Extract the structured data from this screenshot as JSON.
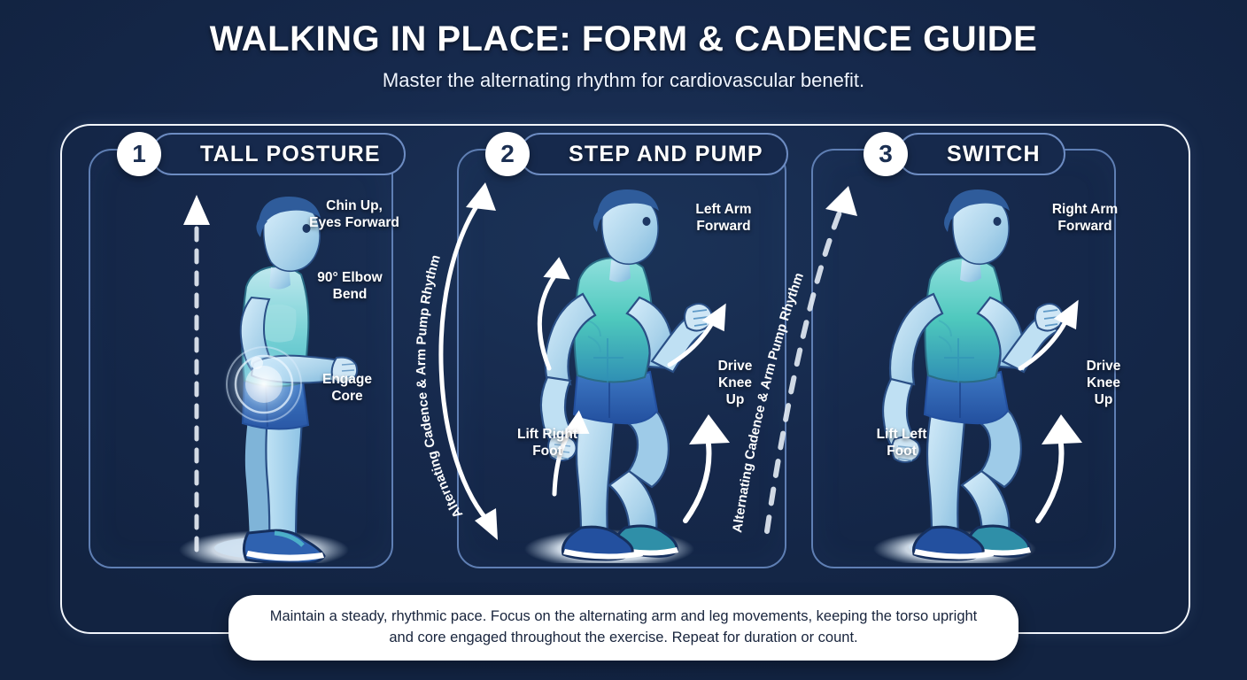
{
  "header": {
    "title": "WALKING IN PLACE: FORM & CADENCE GUIDE",
    "subtitle": "Master the alternating rhythm for cardiovascular benefit."
  },
  "steps": [
    {
      "number": "1",
      "title": "TALL POSTURE",
      "labels": [
        {
          "text": "Chin Up,\nEyes Forward"
        },
        {
          "text": "90° Elbow\nBend"
        },
        {
          "text": "Engage\nCore"
        }
      ]
    },
    {
      "number": "2",
      "title": "STEP AND PUMP",
      "labels": [
        {
          "text": "Left Arm\nForward"
        },
        {
          "text": "Drive\nKnee\nUp"
        },
        {
          "text": "Lift Right\nFoot"
        }
      ]
    },
    {
      "number": "3",
      "title": "SWITCH",
      "labels": [
        {
          "text": "Right Arm\nForward"
        },
        {
          "text": "Drive\nKnee\nUp"
        },
        {
          "text": "Lift Left\nFoot"
        }
      ]
    }
  ],
  "connectors": [
    {
      "text": "Alternating Cadence & Arm Pump Rhythm",
      "style": "solid"
    },
    {
      "text": "Alternating Cadence & Arm Pump Rhythm",
      "style": "dashed"
    }
  ],
  "caption": "Maintain a steady, rhythmic pace. Focus on the alternating arm and leg movements, keeping the torso upright and core engaged throughout the exercise. Repeat for duration or count.",
  "colors": {
    "background": "#16294c",
    "panel_border": "#5f7fb4",
    "frame": "#f2f6fc",
    "text": "#ffffff",
    "skin_light": "#cfe6f5",
    "skin_mid": "#a9d2ea",
    "shirt_teal": "#4ec8bd",
    "shorts_blue": "#2f62b0",
    "shorts_dark": "#24509a",
    "shoe_dark": "#1f3f7a",
    "accent_cyan": "#7fd8e8"
  }
}
